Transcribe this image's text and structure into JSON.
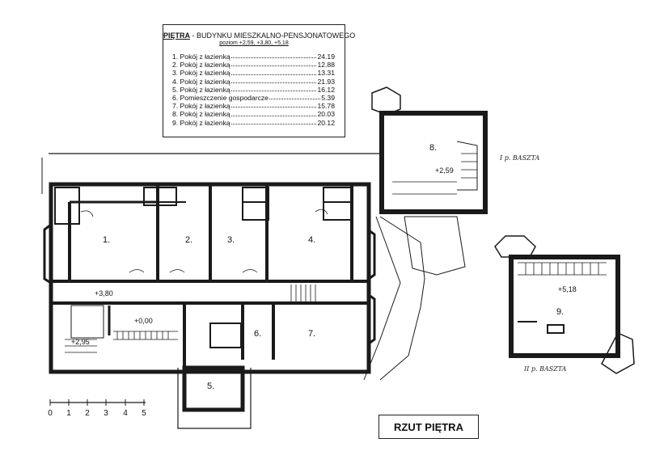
{
  "legend": {
    "title_bold": "PIĘTRA",
    "title_rest": " - BUDYNKU MIESZKALNO-PENSJONATOWEGO",
    "subtitle": "poziom +2,59, +3,80, +5,18",
    "rooms": [
      {
        "label": "1. Pokój z łazienką",
        "area": "24.19"
      },
      {
        "label": "2. Pokój z łazienką",
        "area": "12.88"
      },
      {
        "label": "3. Pokój z łazienką",
        "area": "13.31"
      },
      {
        "label": "4. Pokój z łazienką",
        "area": "21.93"
      },
      {
        "label": "5. Pokój z łazienką",
        "area": "16.12"
      },
      {
        "label": "6. Pomieszczenie gospodarcze",
        "area": "5.39"
      },
      {
        "label": "7. Pokój z łazienką",
        "area": "15.78"
      },
      {
        "label": "8. Pokój z łazienką",
        "area": "20.03"
      },
      {
        "label": "9. Pokój z łazienką",
        "area": "20.12"
      }
    ]
  },
  "plan": {
    "room_numbers": [
      "1.",
      "2.",
      "3.",
      "4.",
      "5.",
      "6.",
      "7.",
      "8.",
      "9."
    ],
    "levels": {
      "main": "+3,80",
      "stair": "+0,00",
      "lower": "+2,95",
      "tower8": "+2,59",
      "tower9": "+5,18"
    },
    "notes": {
      "basta_1": "I p. BASZTA",
      "basta_2": "II p. BASZTA"
    }
  },
  "scale_bar": {
    "ticks": [
      "0",
      "1",
      "2",
      "3",
      "4",
      "5"
    ]
  },
  "drawing_title": "RZUT PIĘTRA"
}
